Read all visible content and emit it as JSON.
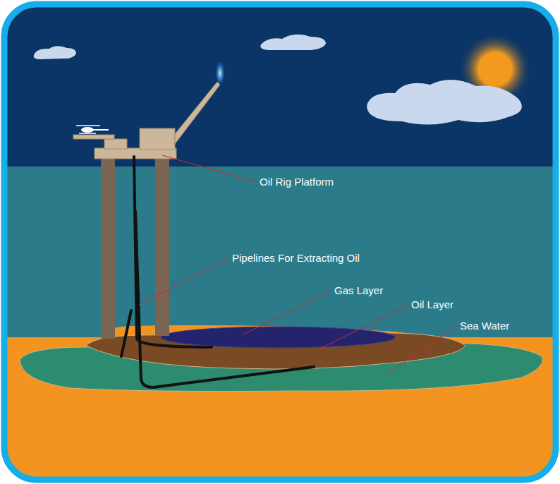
{
  "diagram": {
    "labels": [
      "Oil Rig Platform",
      "Pipelines For Extracting Oil",
      "Gas Layer",
      "Oil Layer",
      "Sea Water"
    ]
  }
}
